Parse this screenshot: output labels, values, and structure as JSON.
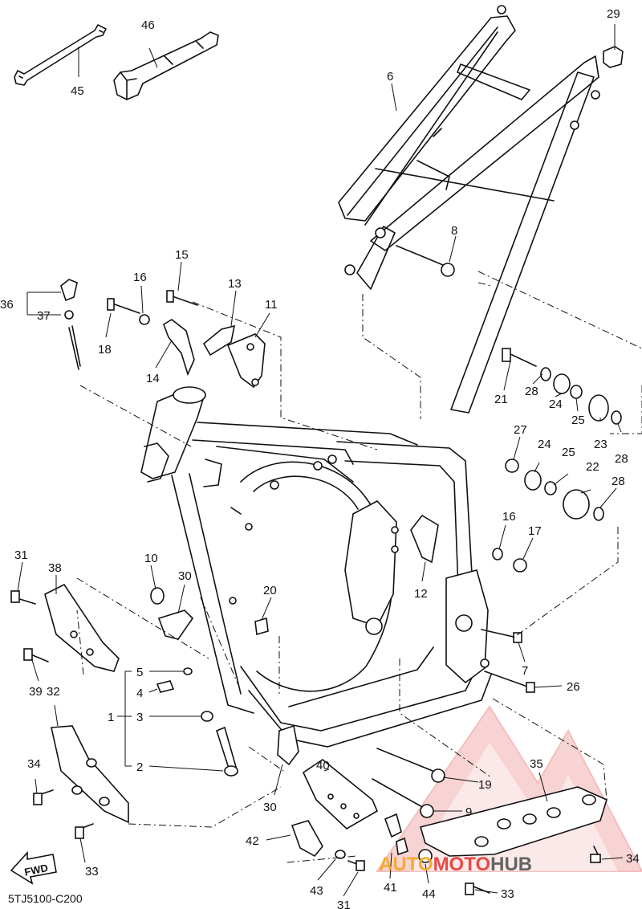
{
  "diagram_code": "5TJ5100-C200",
  "fwd_label": "FWD",
  "watermark": {
    "part1": "AUTO",
    "part2": "MOTO",
    "part3": "HUB",
    "color_orange": "#f5a623",
    "color_red": "#e53935",
    "color_gray": "#555555"
  },
  "callouts": [
    {
      "id": "45",
      "text": "45"
    },
    {
      "id": "46",
      "text": "46"
    },
    {
      "id": "6",
      "text": "6"
    },
    {
      "id": "29",
      "text": "29"
    },
    {
      "id": "8",
      "text": "8"
    },
    {
      "id": "15",
      "text": "15"
    },
    {
      "id": "16a",
      "text": "16"
    },
    {
      "id": "13",
      "text": "13"
    },
    {
      "id": "11",
      "text": "11"
    },
    {
      "id": "36",
      "text": "36"
    },
    {
      "id": "37",
      "text": "37"
    },
    {
      "id": "18",
      "text": "18"
    },
    {
      "id": "14",
      "text": "14"
    },
    {
      "id": "21",
      "text": "21"
    },
    {
      "id": "28a",
      "text": "28"
    },
    {
      "id": "24a",
      "text": "24"
    },
    {
      "id": "25a",
      "text": "25"
    },
    {
      "id": "23",
      "text": "23"
    },
    {
      "id": "28b",
      "text": "28"
    },
    {
      "id": "27",
      "text": "27"
    },
    {
      "id": "24b",
      "text": "24"
    },
    {
      "id": "25b",
      "text": "25"
    },
    {
      "id": "22",
      "text": "22"
    },
    {
      "id": "28c",
      "text": "28"
    },
    {
      "id": "16b",
      "text": "16"
    },
    {
      "id": "17",
      "text": "17"
    },
    {
      "id": "12",
      "text": "12"
    },
    {
      "id": "31a",
      "text": "31"
    },
    {
      "id": "38",
      "text": "38"
    },
    {
      "id": "10",
      "text": "10"
    },
    {
      "id": "30a",
      "text": "30"
    },
    {
      "id": "20",
      "text": "20"
    },
    {
      "id": "7",
      "text": "7"
    },
    {
      "id": "26",
      "text": "26"
    },
    {
      "id": "39",
      "text": "39"
    },
    {
      "id": "5",
      "text": "5"
    },
    {
      "id": "4",
      "text": "4"
    },
    {
      "id": "1",
      "text": "1"
    },
    {
      "id": "3",
      "text": "3"
    },
    {
      "id": "2",
      "text": "2"
    },
    {
      "id": "32",
      "text": "32"
    },
    {
      "id": "34a",
      "text": "34"
    },
    {
      "id": "40",
      "text": "40"
    },
    {
      "id": "35",
      "text": "35"
    },
    {
      "id": "19",
      "text": "19"
    },
    {
      "id": "9",
      "text": "9"
    },
    {
      "id": "30b",
      "text": "30"
    },
    {
      "id": "42",
      "text": "42"
    },
    {
      "id": "33a",
      "text": "33"
    },
    {
      "id": "43",
      "text": "43"
    },
    {
      "id": "41",
      "text": "41"
    },
    {
      "id": "44",
      "text": "44"
    },
    {
      "id": "31b",
      "text": "31"
    },
    {
      "id": "33b",
      "text": "33"
    },
    {
      "id": "34b",
      "text": "34"
    }
  ]
}
